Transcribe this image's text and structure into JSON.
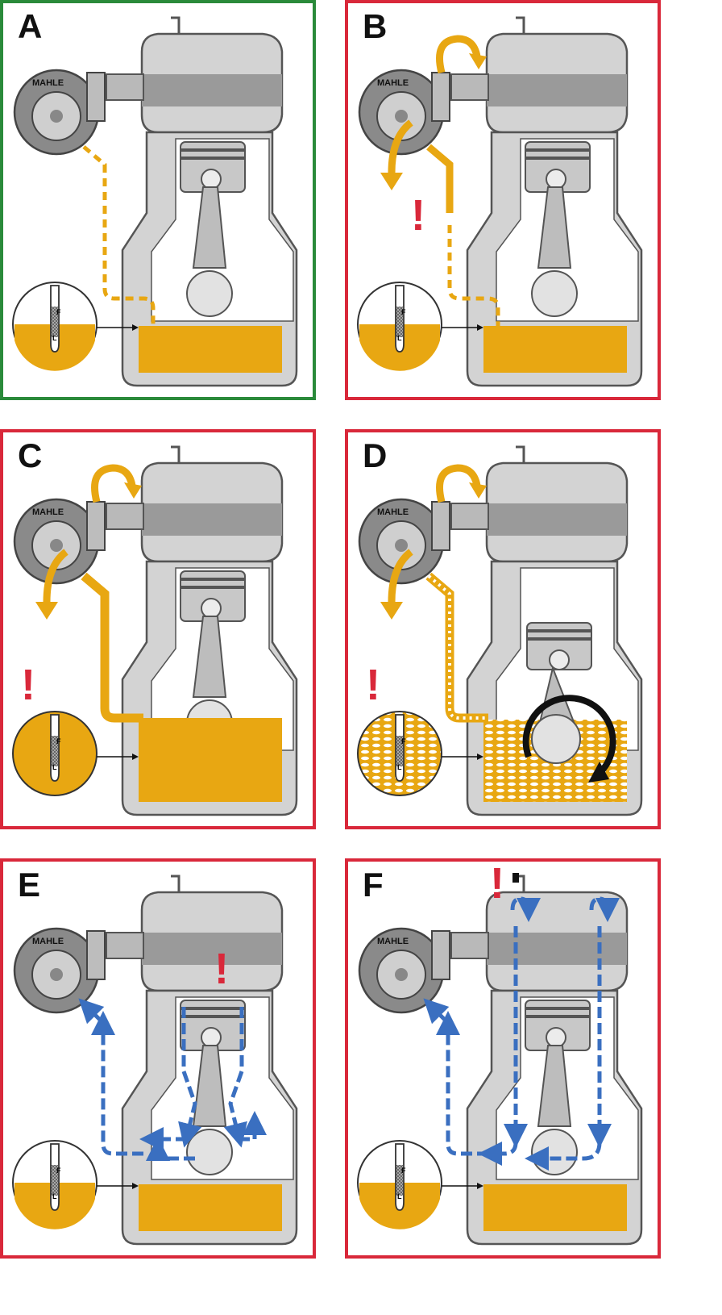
{
  "colors": {
    "ok_border": "#2a8a3a",
    "fault_border": "#d9283a",
    "oil": "#e8a712",
    "blowby": "#3a6fc0",
    "warning": "#d9283a",
    "engine_metal": "#d3d3d3",
    "engine_band": "#9a9a9a",
    "outline": "#555555"
  },
  "brand": "MAHLE",
  "dipstick_marks": {
    "min": "L",
    "max": "F"
  },
  "panels": [
    {
      "label": "A",
      "status": "ok"
    },
    {
      "label": "B",
      "status": "fault",
      "warning": "!"
    },
    {
      "label": "C",
      "status": "fault",
      "warning": "!"
    },
    {
      "label": "D",
      "status": "fault",
      "warning": "!"
    },
    {
      "label": "E",
      "status": "fault",
      "warning": "!"
    },
    {
      "label": "F",
      "status": "fault",
      "warning": "!"
    }
  ]
}
